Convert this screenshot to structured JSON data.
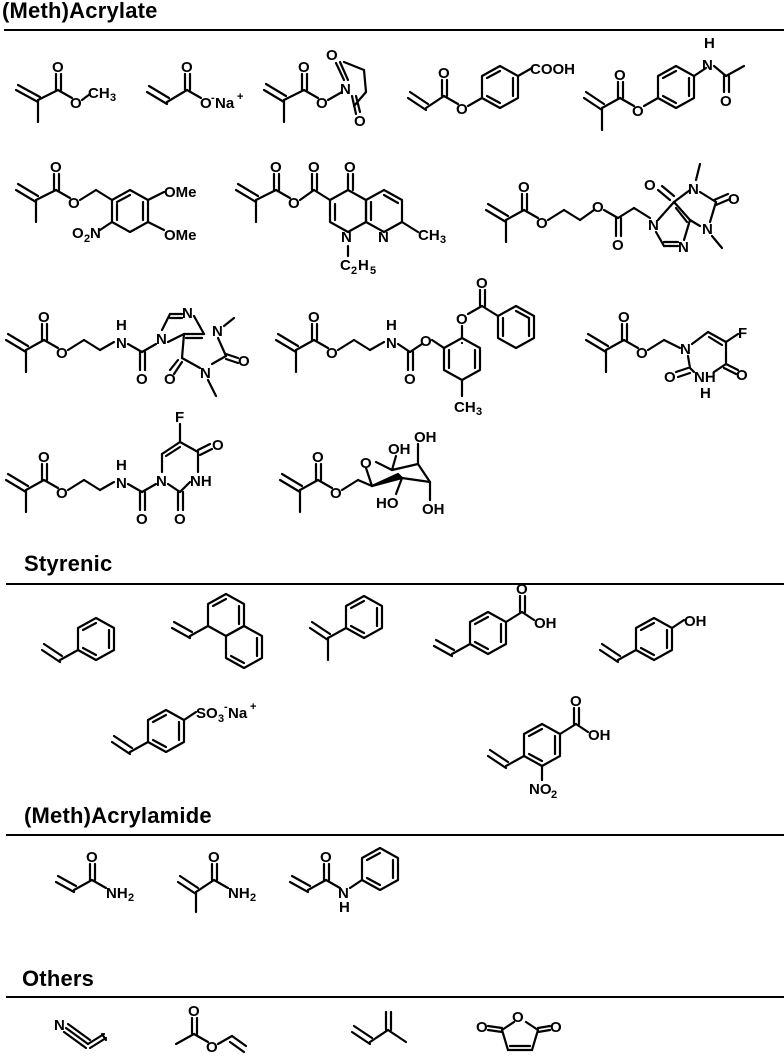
{
  "sections": [
    {
      "title": "(Meth)Acrylate",
      "monomers": [
        {
          "name": "methyl methacrylate",
          "labels": [
            "O",
            "O",
            "CH3"
          ]
        },
        {
          "name": "sodium acrylate",
          "labels": [
            "O",
            "O",
            "-",
            "Na",
            "+"
          ]
        },
        {
          "name": "N-hydroxysuccinimide methacrylate",
          "labels": [
            "O",
            "O",
            "N",
            "O",
            "O"
          ]
        },
        {
          "name": "4-acryloyloxybenzoic acid",
          "labels": [
            "O",
            "O",
            "COOH"
          ]
        },
        {
          "name": "4-acetamidophenyl methacrylate",
          "labels": [
            "O",
            "O",
            "H",
            "N",
            "O"
          ]
        },
        {
          "name": "4,5-dimethoxy-2-nitrobenzyl methacrylate",
          "labels": [
            "O",
            "O",
            "OMe",
            "OMe",
            "O2N"
          ]
        },
        {
          "name": "nalidixic acid methacrylic anhydride",
          "labels": [
            "O",
            "O",
            "O",
            "O",
            "N",
            "N",
            "CH3",
            "C2H5"
          ]
        },
        {
          "name": "theophylline-acetate ethyl methacrylate",
          "labels": [
            "O",
            "O",
            "O",
            "O",
            "N",
            "N",
            "N",
            "N",
            "O",
            "O"
          ]
        },
        {
          "name": "theophylline carbamoyl ethyl methacrylate",
          "labels": [
            "O",
            "O",
            "H",
            "N",
            "O",
            "N",
            "N",
            "N",
            "N",
            "O",
            "O"
          ]
        },
        {
          "name": "benzoyloxy-cresyl carbamate ethyl methacrylate",
          "labels": [
            "O",
            "O",
            "H",
            "N",
            "O",
            "O",
            "O",
            "O",
            "CH3"
          ]
        },
        {
          "name": "5-fluorouracil methyl methacrylate",
          "labels": [
            "O",
            "O",
            "N",
            "F",
            "O",
            "NH",
            "O"
          ]
        },
        {
          "name": "5-fluorouracil carbamoyl ethyl methacrylate",
          "labels": [
            "O",
            "O",
            "H",
            "N",
            "O",
            "N",
            "F",
            "O",
            "NH",
            "O"
          ]
        },
        {
          "name": "galactose methacrylate",
          "labels": [
            "O",
            "O",
            "O",
            "OH",
            "OH",
            "HO",
            "OH"
          ]
        }
      ]
    },
    {
      "title": "Styrenic",
      "monomers": [
        {
          "name": "styrene",
          "labels": []
        },
        {
          "name": "1-vinylnaphthalene",
          "labels": []
        },
        {
          "name": "alpha-methylstyrene",
          "labels": []
        },
        {
          "name": "4-vinylbenzoic acid",
          "labels": [
            "O",
            "OH"
          ]
        },
        {
          "name": "4-vinylphenol",
          "labels": [
            "OH"
          ]
        },
        {
          "name": "sodium 4-styrenesulfonate",
          "labels": [
            "SO3",
            "-",
            "Na",
            "+"
          ]
        },
        {
          "name": "3-nitro-4-vinylbenzoic acid",
          "labels": [
            "O",
            "OH",
            "NO2"
          ]
        }
      ]
    },
    {
      "title": "(Meth)Acrylamide",
      "monomers": [
        {
          "name": "acrylamide",
          "labels": [
            "O",
            "NH2"
          ]
        },
        {
          "name": "methacrylamide",
          "labels": [
            "O",
            "NH2"
          ]
        },
        {
          "name": "N-phenylacrylamide",
          "labels": [
            "O",
            "N",
            "H"
          ]
        }
      ]
    },
    {
      "title": "Others",
      "monomers": [
        {
          "name": "acrylonitrile",
          "labels": [
            "N"
          ]
        },
        {
          "name": "vinyl acetate",
          "labels": [
            "O",
            "O"
          ]
        },
        {
          "name": "isoprene",
          "labels": []
        },
        {
          "name": "maleic anhydride",
          "labels": [
            "O",
            "O",
            "O"
          ]
        }
      ]
    }
  ],
  "text": {
    "O": "O",
    "N": "N",
    "H": "H",
    "F": "F",
    "OH": "OH",
    "HO": "HO",
    "NH": "NH",
    "CH3": "CH",
    "three": "3",
    "two": "2",
    "five": "5",
    "Na": "Na",
    "plus": "+",
    "minus": "-",
    "COOH": "COOH",
    "OMe": "OMe",
    "O2N_O": "O",
    "O2N_N": "N",
    "NO2_N": "NO",
    "C2H5_C": "C",
    "C2H5_H": "H",
    "SO3": "SO",
    "NH2": "NH"
  }
}
